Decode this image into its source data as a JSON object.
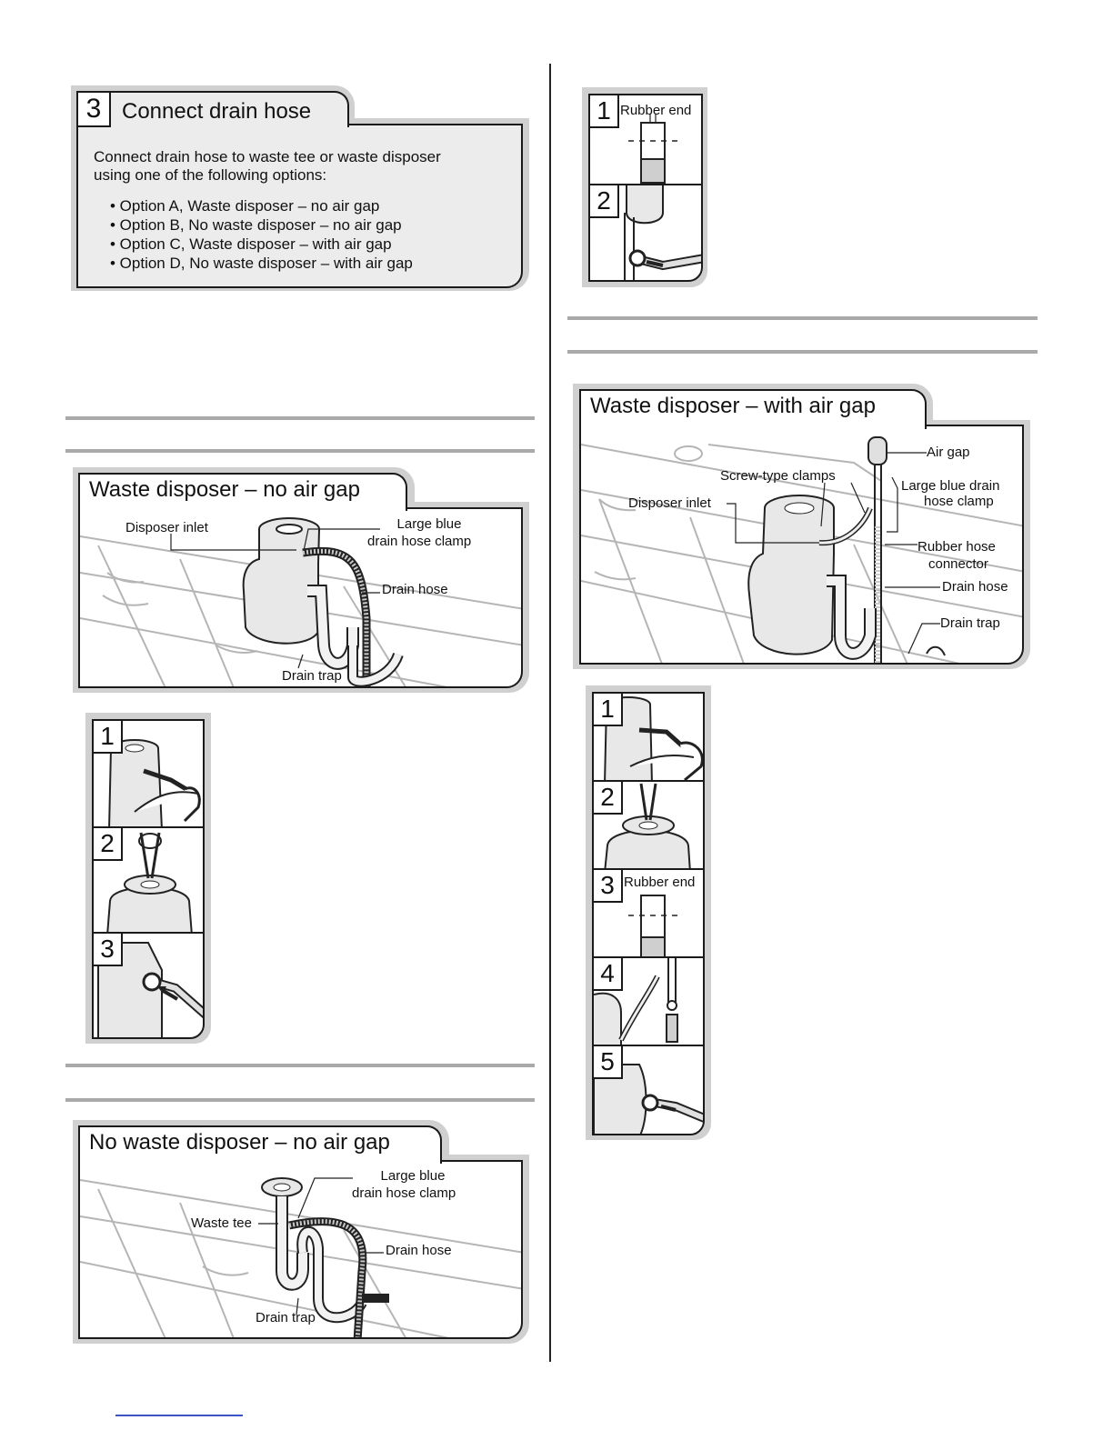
{
  "step3": {
    "number": "3",
    "title": "Connect drain hose",
    "intro_line1": "Connect drain hose to waste tee or waste disposer",
    "intro_line2": "using one of the following options:",
    "options": [
      "• Option A, Waste disposer – no air gap",
      "• Option B, No waste disposer – no air gap",
      "• Option C, Waste disposer – with air gap",
      "• Option D, No waste disposer – with air gap"
    ]
  },
  "panel_a": {
    "title": "Waste disposer – no air gap",
    "callouts": {
      "disposer_inlet": "Disposer inlet",
      "clamp_line1": "Large blue",
      "clamp_line2": "drain hose clamp",
      "drain_hose": "Drain hose",
      "drain_trap": "Drain trap"
    },
    "steps": [
      "1",
      "2",
      "3"
    ]
  },
  "panel_b": {
    "title": "No waste disposer – no air gap",
    "callouts": {
      "clamp_line1": "Large blue",
      "clamp_line2": "drain hose clamp",
      "waste_tee": "Waste tee",
      "drain_hose": "Drain hose",
      "drain_trap": "Drain trap"
    }
  },
  "right_top_steps": {
    "steps": [
      "1",
      "2"
    ],
    "rubber_end": "Rubber end"
  },
  "panel_c": {
    "title": "Waste disposer – with air gap",
    "callouts": {
      "air_gap": "Air gap",
      "screw_clamps": "Screw-type clamps",
      "clamp_line1": "Large blue drain",
      "clamp_line2": "hose clamp",
      "disposer_inlet": "Disposer inlet",
      "connector_line1": "Rubber hose",
      "connector_line2": "connector",
      "drain_hose": "Drain hose",
      "drain_trap": "Drain trap"
    },
    "steps": [
      "1",
      "2",
      "3",
      "4",
      "5"
    ],
    "rubber_end": "Rubber end"
  },
  "colors": {
    "rule": "#a9a9a9",
    "panel_shadow": "#d0d0d0",
    "intro_fill": "#ececec",
    "link": "#3b53c4"
  }
}
